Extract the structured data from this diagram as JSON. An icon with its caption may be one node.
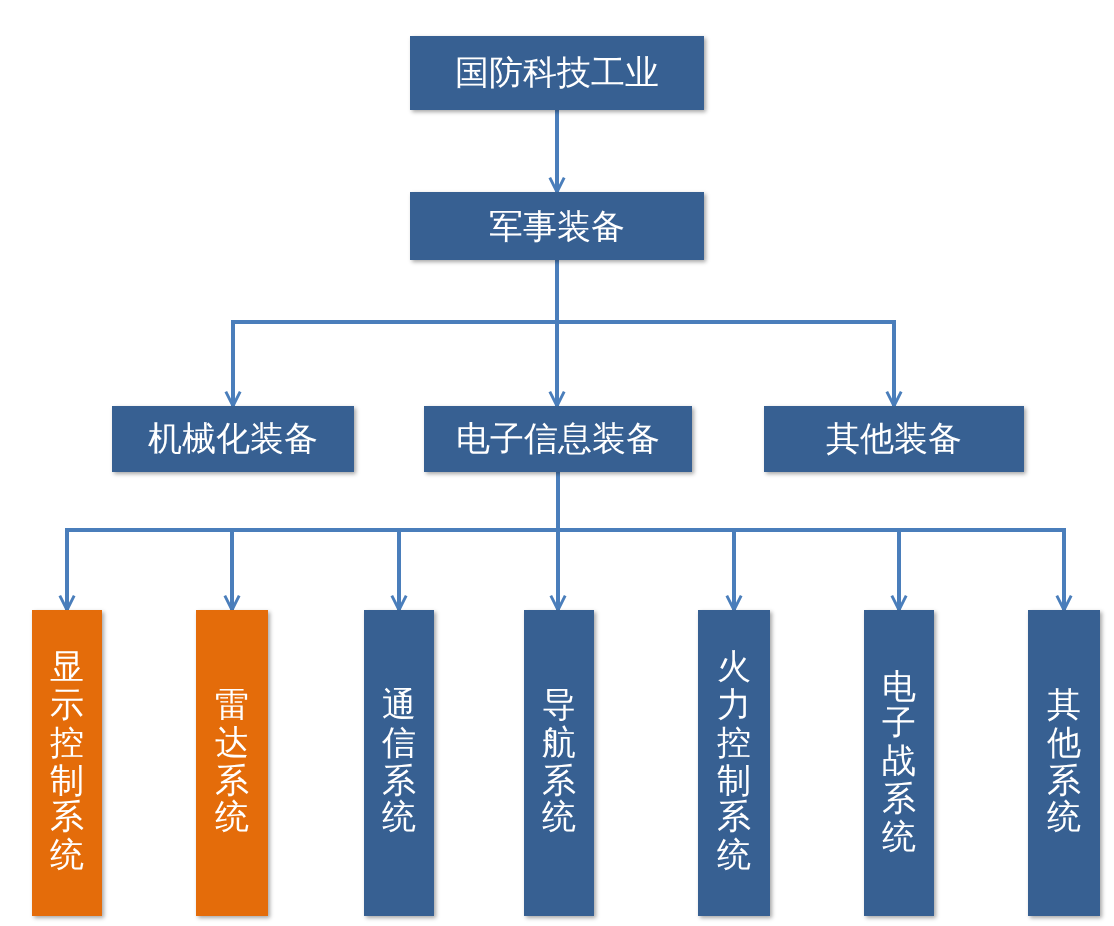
{
  "diagram": {
    "nodes": [
      {
        "text": [
          "国防科技工业"
        ]
      },
      {
        "text": [
          "军事装备"
        ]
      },
      {
        "text": [
          "机械化装备"
        ]
      },
      {
        "text": [
          "电子信息装备"
        ]
      },
      {
        "text": [
          "其他装备"
        ]
      },
      {
        "text": [
          "显示控制系统"
        ]
      },
      {
        "text": [
          "雷达系统"
        ]
      },
      {
        "text": [
          "通信系统"
        ]
      },
      {
        "text": [
          "导航系统"
        ]
      },
      {
        "text": [
          "火力控制系统"
        ]
      },
      {
        "text": [
          "电子战系统"
        ]
      },
      {
        "text": [
          "其他系统"
        ]
      }
    ],
    "edges": [
      {
        "from": 0,
        "to": 1,
        "arrow": "to"
      },
      {
        "from": 1,
        "to": 2,
        "arrow": "to"
      },
      {
        "from": 1,
        "to": 3,
        "arrow": "to"
      },
      {
        "from": 1,
        "to": 4,
        "arrow": "to"
      },
      {
        "from": 3,
        "to": 5,
        "arrow": "to"
      },
      {
        "from": 3,
        "to": 6,
        "arrow": "to"
      },
      {
        "from": 3,
        "to": 7,
        "arrow": "to"
      },
      {
        "from": 3,
        "to": 8,
        "arrow": "to"
      },
      {
        "from": 3,
        "to": 9,
        "arrow": "to"
      },
      {
        "from": 3,
        "to": 10,
        "arrow": "to"
      },
      {
        "from": 3,
        "to": 11,
        "arrow": "to"
      }
    ]
  }
}
